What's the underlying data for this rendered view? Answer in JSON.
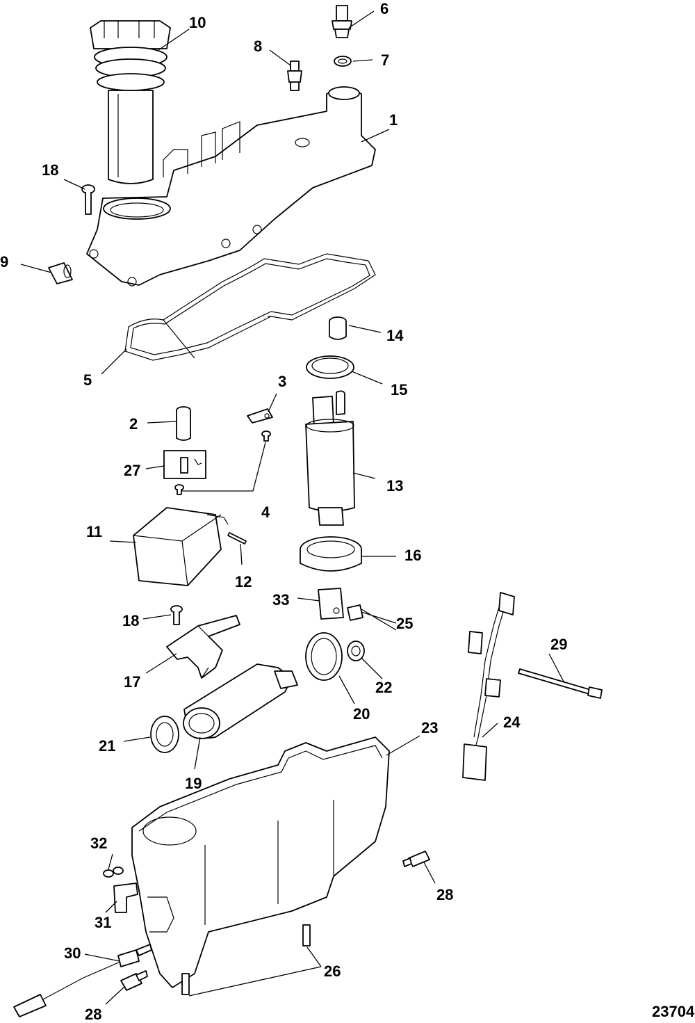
{
  "figure_number": "23704",
  "callouts": [
    "1",
    "2",
    "3",
    "4",
    "5",
    "6",
    "7",
    "8",
    "9",
    "10",
    "11",
    "12",
    "13",
    "14",
    "15",
    "16",
    "17",
    "18",
    "18",
    "19",
    "20",
    "21",
    "22",
    "23",
    "24",
    "25",
    "26",
    "27",
    "28",
    "28",
    "29",
    "30",
    "31",
    "32",
    "33"
  ]
}
